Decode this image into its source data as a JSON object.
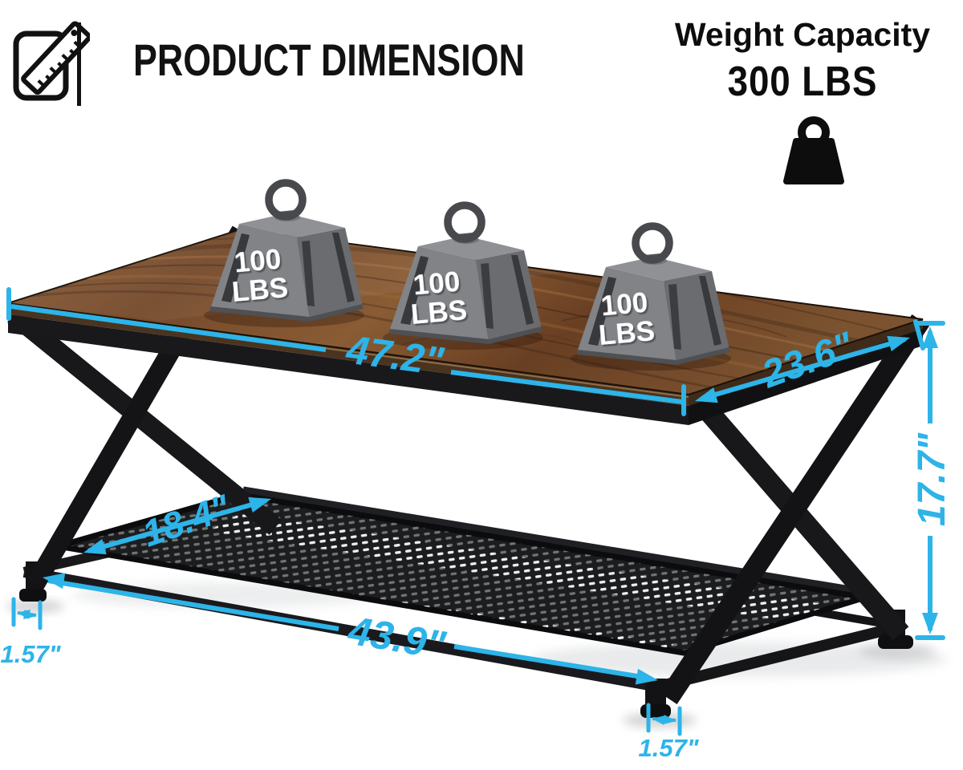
{
  "header": {
    "title": "PRODUCT DIMENSION",
    "icon": "ruler-icon"
  },
  "capacity": {
    "title": "Weight Capacity",
    "value": "300 LBS",
    "icon": "weight-icon"
  },
  "weights": [
    {
      "line1": "100",
      "line2": "LBS"
    },
    {
      "line1": "100",
      "line2": "LBS"
    },
    {
      "line1": "100",
      "line2": "LBS"
    }
  ],
  "dimensions": {
    "top_length": "47.2\"",
    "top_depth": "23.6\"",
    "height": "17.7\"",
    "shelf_depth": "18.4\"",
    "bottom_length": "43.9\"",
    "left_foot": "1.57\"",
    "right_foot": "1.57\""
  },
  "colors": {
    "accent_cyan": "#2db4e8",
    "metal_black": "#18181b",
    "wood_brown": "#7a4c2a",
    "weight_gray": "#818386"
  }
}
